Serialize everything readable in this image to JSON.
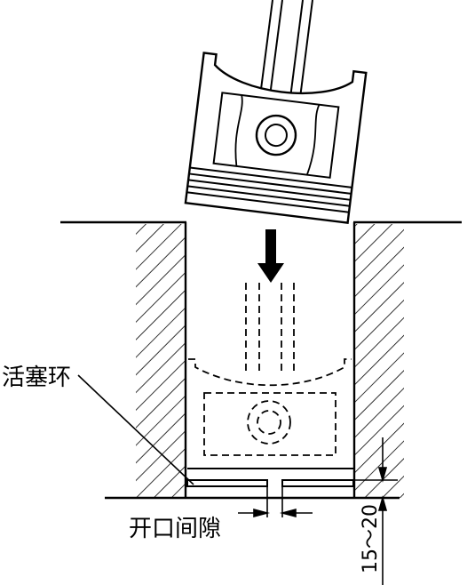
{
  "labels": {
    "piston_ring": "活塞环",
    "end_gap": "开口间隙",
    "depth": "15～20"
  },
  "colors": {
    "ink": "#000000",
    "background": "#ffffff"
  }
}
